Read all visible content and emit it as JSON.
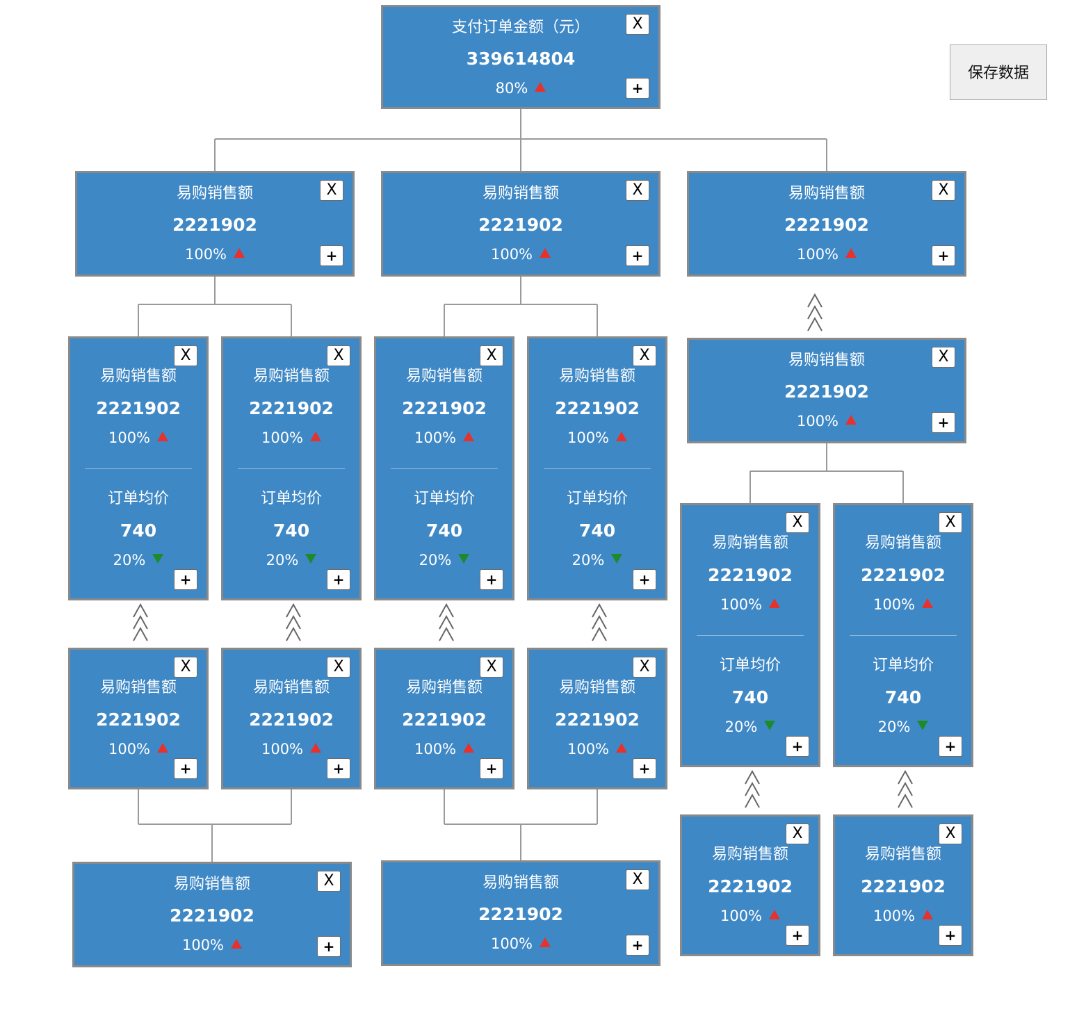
{
  "toolbar": {
    "save_label": "保存数据"
  },
  "buttons": {
    "close_label": "X",
    "add_label": "+"
  },
  "colors": {
    "card_bg": "#3f88c6",
    "card_border": "#8a8a8a",
    "connector": "#9a9a9a",
    "trend_up": "#e8312a",
    "trend_down": "#1e8a2a"
  },
  "nodes": [
    {
      "id": "root",
      "metrics": [
        {
          "label": "支付订单金额（元）",
          "value": "339614804",
          "pct": "80%",
          "trend": "up"
        }
      ]
    },
    {
      "id": "L1-a",
      "metrics": [
        {
          "label": "易购销售额",
          "value": "2221902",
          "pct": "100%",
          "trend": "up"
        }
      ]
    },
    {
      "id": "L1-b",
      "metrics": [
        {
          "label": "易购销售额",
          "value": "2221902",
          "pct": "100%",
          "trend": "up"
        }
      ]
    },
    {
      "id": "L1-c",
      "metrics": [
        {
          "label": "易购销售额",
          "value": "2221902",
          "pct": "100%",
          "trend": "up"
        }
      ]
    },
    {
      "id": "L2-a1",
      "metrics": [
        {
          "label": "易购销售额",
          "value": "2221902",
          "pct": "100%",
          "trend": "up"
        },
        {
          "label": "订单均价",
          "value": "740",
          "pct": "20%",
          "trend": "down"
        }
      ]
    },
    {
      "id": "L2-a2",
      "metrics": [
        {
          "label": "易购销售额",
          "value": "2221902",
          "pct": "100%",
          "trend": "up"
        },
        {
          "label": "订单均价",
          "value": "740",
          "pct": "20%",
          "trend": "down"
        }
      ]
    },
    {
      "id": "L2-b1",
      "metrics": [
        {
          "label": "易购销售额",
          "value": "2221902",
          "pct": "100%",
          "trend": "up"
        },
        {
          "label": "订单均价",
          "value": "740",
          "pct": "20%",
          "trend": "down"
        }
      ]
    },
    {
      "id": "L2-b2",
      "metrics": [
        {
          "label": "易购销售额",
          "value": "2221902",
          "pct": "100%",
          "trend": "up"
        },
        {
          "label": "订单均价",
          "value": "740",
          "pct": "20%",
          "trend": "down"
        }
      ]
    },
    {
      "id": "L2-c",
      "metrics": [
        {
          "label": "易购销售额",
          "value": "2221902",
          "pct": "100%",
          "trend": "up"
        }
      ]
    },
    {
      "id": "L3-c1",
      "metrics": [
        {
          "label": "易购销售额",
          "value": "2221902",
          "pct": "100%",
          "trend": "up"
        },
        {
          "label": "订单均价",
          "value": "740",
          "pct": "20%",
          "trend": "down"
        }
      ]
    },
    {
      "id": "L3-c2",
      "metrics": [
        {
          "label": "易购销售额",
          "value": "2221902",
          "pct": "100%",
          "trend": "up"
        },
        {
          "label": "订单均价",
          "value": "740",
          "pct": "20%",
          "trend": "down"
        }
      ]
    },
    {
      "id": "L3-a1",
      "metrics": [
        {
          "label": "易购销售额",
          "value": "2221902",
          "pct": "100%",
          "trend": "up"
        }
      ]
    },
    {
      "id": "L3-a2",
      "metrics": [
        {
          "label": "易购销售额",
          "value": "2221902",
          "pct": "100%",
          "trend": "up"
        }
      ]
    },
    {
      "id": "L3-b1",
      "metrics": [
        {
          "label": "易购销售额",
          "value": "2221902",
          "pct": "100%",
          "trend": "up"
        }
      ]
    },
    {
      "id": "L3-b2",
      "metrics": [
        {
          "label": "易购销售额",
          "value": "2221902",
          "pct": "100%",
          "trend": "up"
        }
      ]
    },
    {
      "id": "L4-c1",
      "metrics": [
        {
          "label": "易购销售额",
          "value": "2221902",
          "pct": "100%",
          "trend": "up"
        }
      ]
    },
    {
      "id": "L4-c2",
      "metrics": [
        {
          "label": "易购销售额",
          "value": "2221902",
          "pct": "100%",
          "trend": "up"
        }
      ]
    },
    {
      "id": "L4-a",
      "metrics": [
        {
          "label": "易购销售额",
          "value": "2221902",
          "pct": "100%",
          "trend": "up"
        }
      ]
    },
    {
      "id": "L4-b",
      "metrics": [
        {
          "label": "易购销售额",
          "value": "2221902",
          "pct": "100%",
          "trend": "up"
        }
      ]
    }
  ]
}
